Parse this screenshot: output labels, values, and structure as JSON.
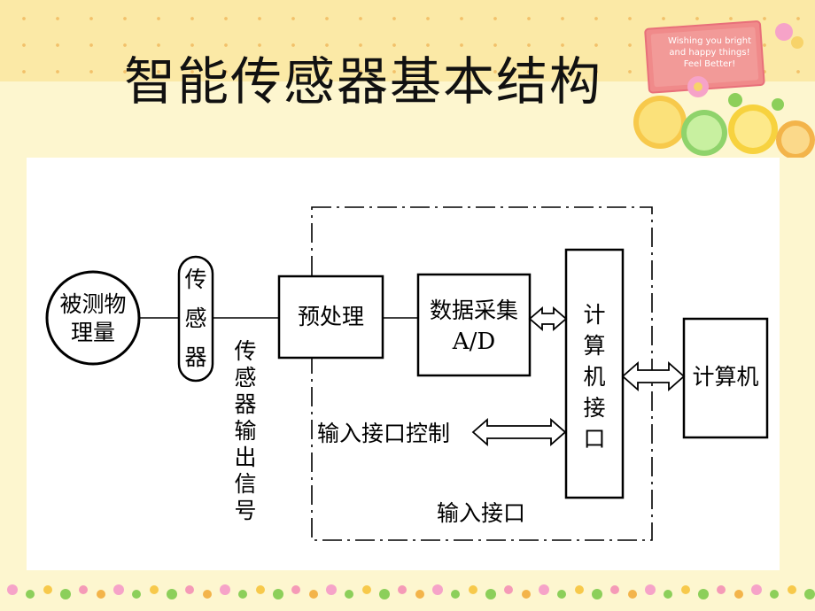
{
  "slide": {
    "title": "智能传感器基本结构"
  },
  "decoration": {
    "card_lines": [
      "Wishing you bright",
      "and happy things!",
      "Feel Better!"
    ]
  },
  "diagram": {
    "nodes": {
      "measured": "被测物理量",
      "sensor": "传感器",
      "preprocess": "预处理",
      "acquisition_line1": "数据采集",
      "acquisition_line2": "A/D",
      "computer_interface": "计算机接口",
      "computer": "计算机"
    },
    "labels": {
      "sensor_output": "传感器输出信号",
      "input_interface_control": "输入接口控制",
      "input_interface": "输入接口"
    }
  },
  "colors": {
    "background": "#fdf6cf",
    "top_band": "#fbe9a6",
    "panel": "#ffffff",
    "line": "#000000"
  }
}
